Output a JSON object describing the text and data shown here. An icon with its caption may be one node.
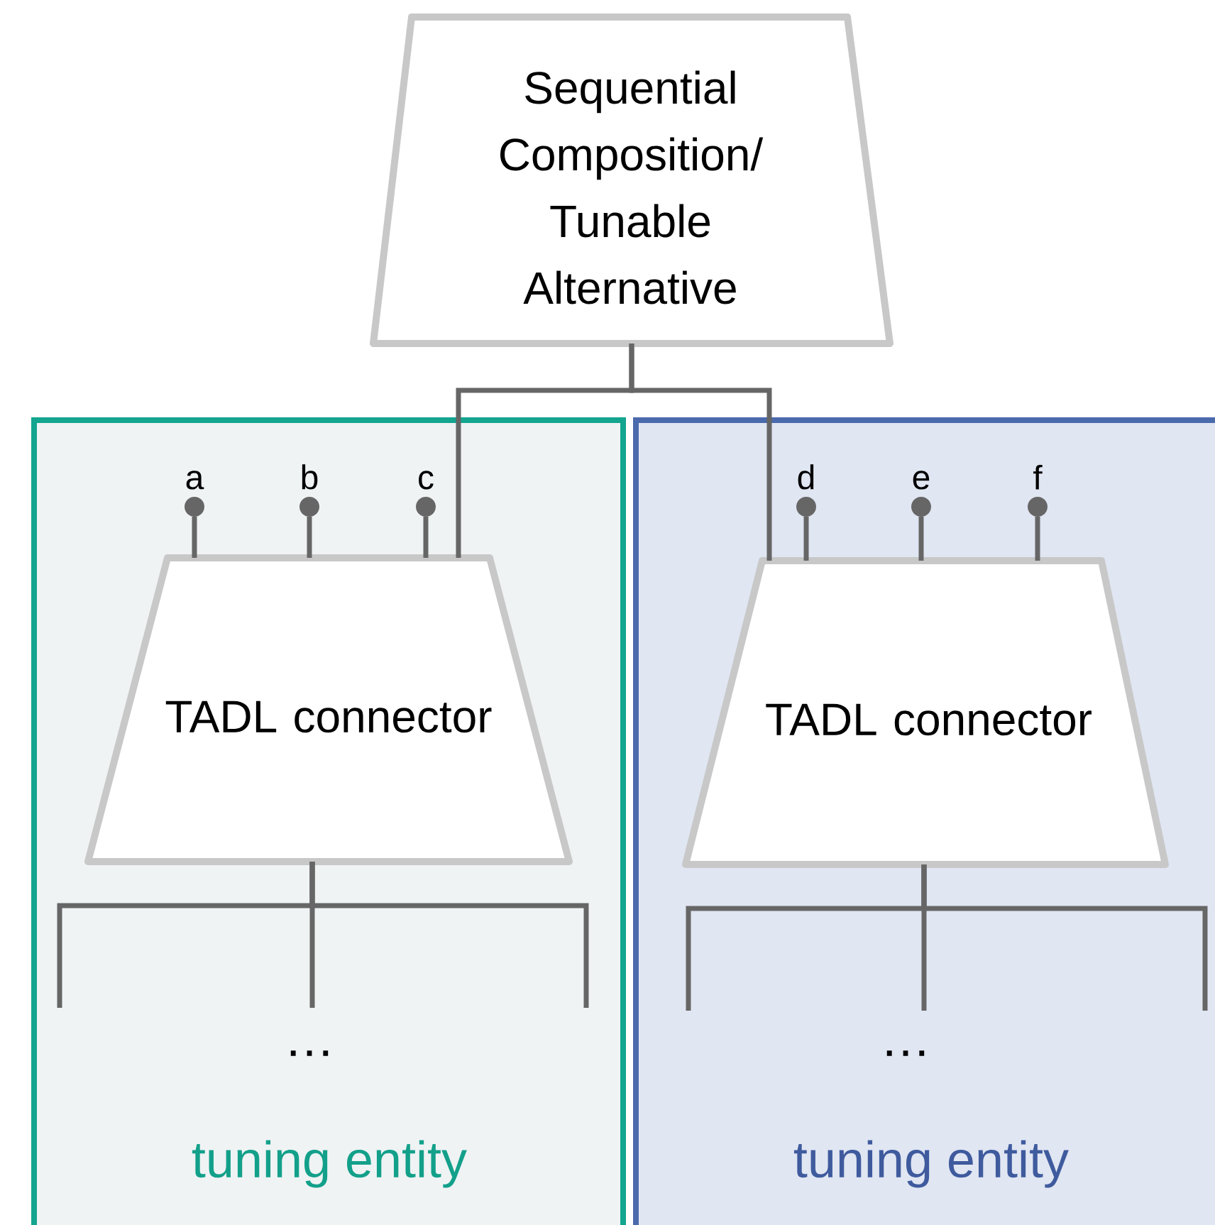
{
  "diagram": {
    "nodes": [
      {
        "text": [
          "Sequential Composition/ Tunable Alternative"
        ]
      },
      {
        "text": [
          "tuning entity"
        ]
      },
      {
        "text": [
          "TADL connector"
        ],
        "in": 1
      },
      {
        "text": [
          "tuning entity"
        ]
      },
      {
        "text": [
          "TADL connector"
        ],
        "in": 3
      },
      {
        "text": [
          "a"
        ],
        "in": 1
      },
      {
        "text": [
          "b"
        ],
        "in": 1
      },
      {
        "text": [
          "c"
        ],
        "in": 1
      },
      {
        "text": [
          "d"
        ],
        "in": 3
      },
      {
        "text": [
          "e"
        ],
        "in": 3
      },
      {
        "text": [
          "f"
        ],
        "in": 3
      }
    ],
    "edges": [
      {
        "from": 0,
        "to": 2,
        "arrow": "none"
      },
      {
        "from": 0,
        "to": 4,
        "arrow": "none"
      },
      {
        "from": 5,
        "to": 2,
        "arrow": "none"
      },
      {
        "from": 6,
        "to": 2,
        "arrow": "none"
      },
      {
        "from": 7,
        "to": 2,
        "arrow": "none"
      },
      {
        "from": 8,
        "to": 4,
        "arrow": "none"
      },
      {
        "from": 9,
        "to": 4,
        "arrow": "none"
      },
      {
        "from": 10,
        "to": 4,
        "arrow": "none"
      },
      {
        "from": 2,
        "to": null,
        "arrow": "none"
      },
      {
        "from": 2,
        "to": null,
        "arrow": "none"
      },
      {
        "from": 2,
        "to": null,
        "arrow": "none"
      },
      {
        "from": 4,
        "to": null,
        "arrow": "none"
      },
      {
        "from": 4,
        "to": null,
        "arrow": "none"
      },
      {
        "from": 4,
        "to": null,
        "arrow": "none"
      }
    ],
    "labels": [
      "…",
      "…"
    ]
  }
}
